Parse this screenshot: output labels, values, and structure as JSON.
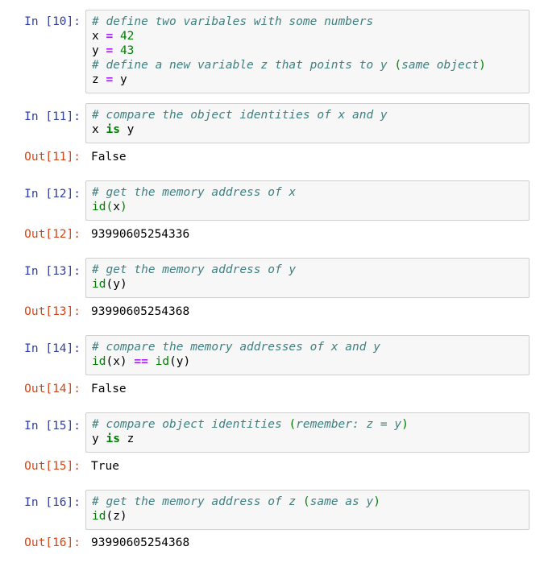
{
  "cells": [
    {
      "in_prompt": "In [10]:",
      "lines": [
        [
          {
            "t": "# define two varibales with some numbers",
            "c": "cm"
          }
        ],
        [
          {
            "t": "x",
            "c": "pn"
          },
          {
            "t": " ",
            "c": "pn"
          },
          {
            "t": "=",
            "c": "op"
          },
          {
            "t": " ",
            "c": "pn"
          },
          {
            "t": "42",
            "c": "num"
          }
        ],
        [
          {
            "t": "y",
            "c": "pn"
          },
          {
            "t": " ",
            "c": "pn"
          },
          {
            "t": "=",
            "c": "op"
          },
          {
            "t": " ",
            "c": "pn"
          },
          {
            "t": "43",
            "c": "num"
          }
        ],
        [
          {
            "t": "# define a new variable z that points to y ",
            "c": "cm"
          },
          {
            "t": "(",
            "c": "bi"
          },
          {
            "t": "same object",
            "c": "cm"
          },
          {
            "t": ")",
            "c": "bi"
          }
        ],
        [
          {
            "t": "z",
            "c": "pn"
          },
          {
            "t": " ",
            "c": "pn"
          },
          {
            "t": "=",
            "c": "op"
          },
          {
            "t": " ",
            "c": "pn"
          },
          {
            "t": "y",
            "c": "pn"
          }
        ]
      ],
      "out_prompt": "",
      "output": ""
    },
    {
      "in_prompt": "In [11]:",
      "lines": [
        [
          {
            "t": "# compare the object identities of x and y",
            "c": "cm"
          }
        ],
        [
          {
            "t": "x",
            "c": "pn"
          },
          {
            "t": " ",
            "c": "pn"
          },
          {
            "t": "is",
            "c": "kw"
          },
          {
            "t": " ",
            "c": "pn"
          },
          {
            "t": "y",
            "c": "pn"
          }
        ]
      ],
      "out_prompt": "Out[11]:",
      "output": "False"
    },
    {
      "in_prompt": "In [12]:",
      "lines": [
        [
          {
            "t": "# get the memory address of x",
            "c": "cm"
          }
        ],
        [
          {
            "t": "id",
            "c": "bi"
          },
          {
            "t": "(",
            "c": "bi"
          },
          {
            "t": "x",
            "c": "pn"
          },
          {
            "t": ")",
            "c": "bi"
          }
        ]
      ],
      "out_prompt": "Out[12]:",
      "output": "93990605254336"
    },
    {
      "in_prompt": "In [13]:",
      "lines": [
        [
          {
            "t": "# get the memory address of y",
            "c": "cm"
          }
        ],
        [
          {
            "t": "id",
            "c": "bi"
          },
          {
            "t": "(",
            "c": "pn"
          },
          {
            "t": "y",
            "c": "pn"
          },
          {
            "t": ")",
            "c": "pn"
          }
        ]
      ],
      "out_prompt": "Out[13]:",
      "output": "93990605254368"
    },
    {
      "in_prompt": "In [14]:",
      "lines": [
        [
          {
            "t": "# compare the memory addresses of x and y",
            "c": "cm"
          }
        ],
        [
          {
            "t": "id",
            "c": "bi"
          },
          {
            "t": "(x)",
            "c": "pn"
          },
          {
            "t": " ",
            "c": "pn"
          },
          {
            "t": "==",
            "c": "op"
          },
          {
            "t": " ",
            "c": "pn"
          },
          {
            "t": "id",
            "c": "bi"
          },
          {
            "t": "(y)",
            "c": "pn"
          }
        ]
      ],
      "out_prompt": "Out[14]:",
      "output": "False"
    },
    {
      "in_prompt": "In [15]:",
      "lines": [
        [
          {
            "t": "# compare object identities ",
            "c": "cm"
          },
          {
            "t": "(",
            "c": "bi"
          },
          {
            "t": "remember: z = y",
            "c": "cm"
          },
          {
            "t": ")",
            "c": "bi"
          }
        ],
        [
          {
            "t": "y",
            "c": "pn"
          },
          {
            "t": " ",
            "c": "pn"
          },
          {
            "t": "is",
            "c": "kw"
          },
          {
            "t": " ",
            "c": "pn"
          },
          {
            "t": "z",
            "c": "pn"
          }
        ]
      ],
      "out_prompt": "Out[15]:",
      "output": "True"
    },
    {
      "in_prompt": "In [16]:",
      "lines": [
        [
          {
            "t": "# get the memory address of z ",
            "c": "cm"
          },
          {
            "t": "(",
            "c": "bi"
          },
          {
            "t": "same as y",
            "c": "cm"
          },
          {
            "t": ")",
            "c": "bi"
          }
        ],
        [
          {
            "t": "id",
            "c": "bi"
          },
          {
            "t": "(z)",
            "c": "pn"
          }
        ]
      ],
      "out_prompt": "Out[16]:",
      "output": "93990605254368"
    }
  ]
}
